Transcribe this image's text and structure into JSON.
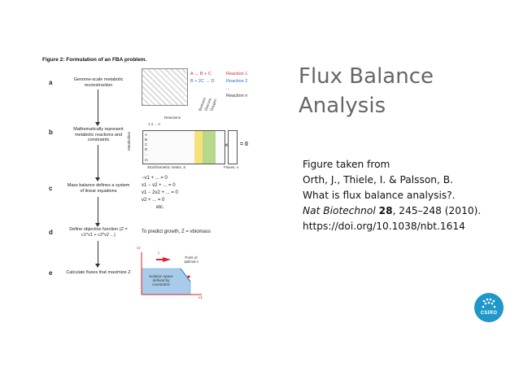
{
  "figure": {
    "title": "Figure 2: Formulation of an FBA problem.",
    "steps": [
      {
        "letter": "a",
        "text": "Genome-scale metabolic reconstruction"
      },
      {
        "letter": "b",
        "text": "Mathematically represent metabolic reactions and constraints"
      },
      {
        "letter": "c",
        "text": "Mass balance defines a system of linear equations"
      },
      {
        "letter": "d",
        "text": "Define objective function (Z = c1*v1 + c2*v2 ...)"
      },
      {
        "letter": "e",
        "text": "Calculate fluxes that maximize Z"
      }
    ],
    "reactions": [
      {
        "eq": "A ↔ B + C",
        "label": "Reaction 1",
        "color": "#d8262e"
      },
      {
        "eq": "B + 2C → D",
        "label": "Reaction 2",
        "color": "#2a6ebb"
      },
      {
        "eq": "...",
        "label": "...",
        "color": "#333333"
      },
      {
        "eq": "",
        "label": "Reaction n",
        "color": "#333333"
      }
    ],
    "matrix": {
      "reactions_label": "Reactions",
      "cols": "1  2  ...  n",
      "metabolites_label": "Metabolites",
      "rows": [
        "A",
        "B",
        "C",
        "D",
        "...",
        "m"
      ],
      "bands": [
        "Biomass",
        "Glucose",
        "Oxygen"
      ],
      "caption": "Stoichiometric matrix, S",
      "times": "×",
      "equals": "= 0",
      "flux_caption": "Fluxes, v"
    },
    "equations": [
      "−v1 +        ... = 0",
      " v1 −  v2 +  ... = 0",
      " v1 − 2v2 +  ... = 0",
      "       v2 +  ... = 0",
      "          etc."
    ],
    "predict_text": "To predict growth, Z = vbiomass",
    "plot": {
      "y_axis": "v2",
      "x_axis": "v1",
      "z_label": "z",
      "optimal_label": "Point of optimal v",
      "space_label": "Solution space defined by constraints"
    }
  },
  "slide": {
    "title_line1": "Flux Balance",
    "title_line2": "Analysis",
    "caption": {
      "line1": "Figure taken from",
      "line2": "Orth, J., Thiele, I. & Palsson, B.",
      "line3": "What is flux balance analysis?.",
      "journal": "Nat Biotechnol",
      "volume": "28",
      "pages": ", 245–248 (2010).",
      "doi": "https://doi.org/10.1038/nbt.1614"
    }
  },
  "logo": {
    "text": "CSIRO",
    "color": "#1f97c8"
  }
}
